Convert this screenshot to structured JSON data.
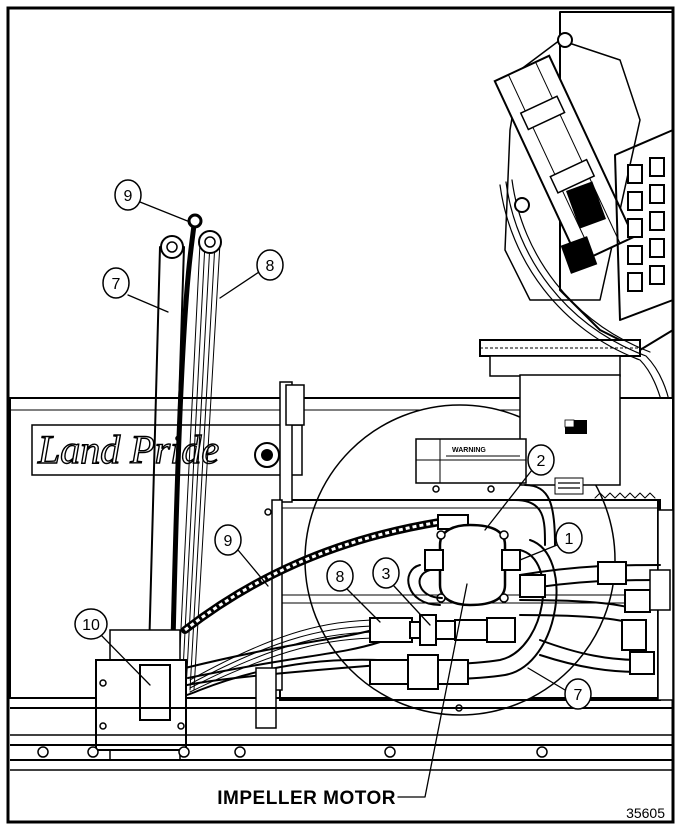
{
  "figure": {
    "brand_decal": "Land Pride",
    "warning_decal": "WARNING",
    "caption": "IMPELLER MOTOR",
    "figure_number": "35605"
  },
  "callouts": [
    {
      "id": "c1",
      "label": "1"
    },
    {
      "id": "c2",
      "label": "2"
    },
    {
      "id": "c3",
      "label": "3"
    },
    {
      "id": "c7a",
      "label": "7"
    },
    {
      "id": "c7b",
      "label": "7"
    },
    {
      "id": "c8a",
      "label": "8"
    },
    {
      "id": "c8b",
      "label": "8"
    },
    {
      "id": "c9a",
      "label": "9"
    },
    {
      "id": "c9b",
      "label": "9"
    },
    {
      "id": "c10",
      "label": "10"
    }
  ]
}
